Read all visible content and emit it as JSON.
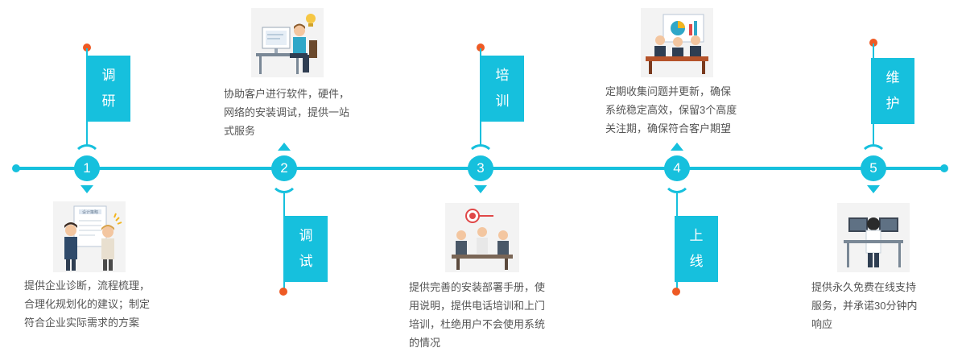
{
  "colors": {
    "accent": "#16c0dd",
    "dot": "#ee5a24",
    "text": "#555555"
  },
  "steps": [
    {
      "num": "1",
      "label_1": "调",
      "label_2": "研",
      "desc_lines": [
        "提供企业诊断，流程梳理，",
        "合理化规划化的建议；制定",
        "符合企业实际需求的方案"
      ],
      "pic_text": "设计策略",
      "icon": "consulting-illustration"
    },
    {
      "num": "2",
      "label_1": "调",
      "label_2": "试",
      "desc_lines": [
        "协助客户进行软件，硬件，",
        "网络的安装调试，提供一站",
        "式服务"
      ],
      "icon": "developer-desk-illustration"
    },
    {
      "num": "3",
      "label_1": "培",
      "label_2": "训",
      "desc_lines": [
        "提供完善的安装部署手册，使",
        "用说明，提供电话培训和上门",
        "培训，杜绝用户不会使用系统",
        "的情况"
      ],
      "icon": "team-meeting-illustration"
    },
    {
      "num": "4",
      "label_1": "上",
      "label_2": "线",
      "desc_lines": [
        "定期收集问题并更新，确保",
        "系统稳定高效，保留3个高度",
        "关注期，确保符合客户期望"
      ],
      "icon": "presentation-illustration"
    },
    {
      "num": "5",
      "label_1": "维",
      "label_2": "护",
      "desc_lines": [
        "提供永久免费在线支持",
        "服务，并承诺30分钟内",
        "响应"
      ],
      "icon": "support-desk-illustration"
    }
  ]
}
